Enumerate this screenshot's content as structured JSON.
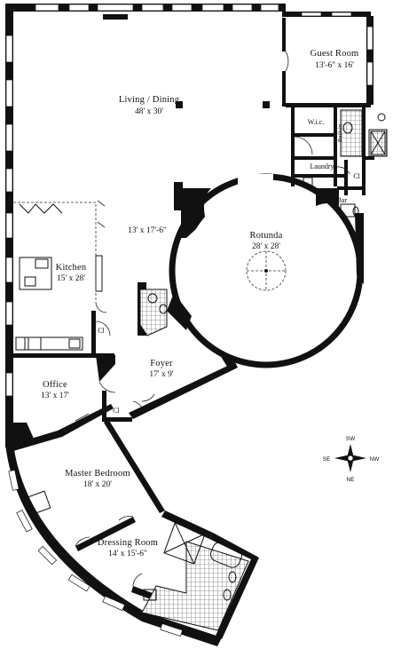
{
  "rooms": {
    "guest_room": {
      "name": "Guest Room",
      "dims": "13'-6\" x 16'"
    },
    "living_dining": {
      "name": "Living / Dining",
      "dims": "48' x 30'"
    },
    "wic": {
      "name": "W.i.c."
    },
    "builtin": {
      "name": "Built-in"
    },
    "laundry": {
      "name": "Laundry"
    },
    "closet_guest": {
      "name": "Cl"
    },
    "wet_bar": {
      "name": "Wet Bar"
    },
    "den": {
      "dims": "13' x 17'-6\""
    },
    "rotunda": {
      "name": "Rotunda",
      "dims": "28' x 28'"
    },
    "kitchen": {
      "name": "Kitchen",
      "dims": "15' x 28'"
    },
    "closet_kitchen": {
      "name": "Cl"
    },
    "foyer": {
      "name": "Foyer",
      "dims": "17' x 9'"
    },
    "office": {
      "name": "Office",
      "dims": "13' x 17'"
    },
    "closet_office": {
      "name": "Cl"
    },
    "master_bedroom": {
      "name": "Master Bedroom",
      "dims": "18' x 20'"
    },
    "dressing_room": {
      "name": "Dressing Room",
      "dims": "14' x 15'-6\""
    }
  },
  "compass": {
    "top": "SW",
    "bottom": "NE",
    "left": "SE",
    "right": "NW"
  }
}
